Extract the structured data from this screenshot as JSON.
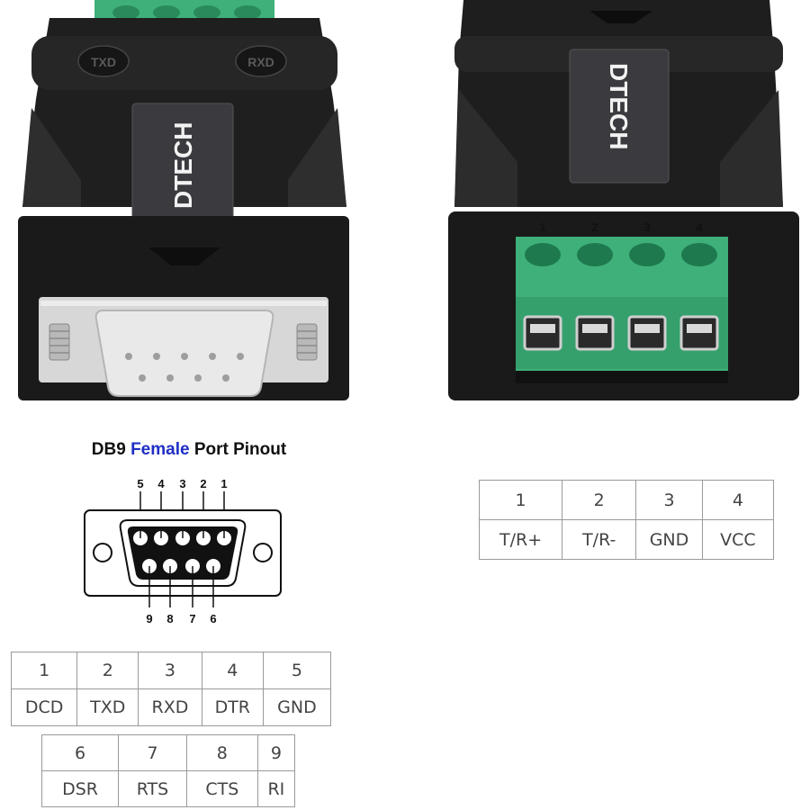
{
  "brand": "DTECH",
  "left_adapter": {
    "label_left": "TXD",
    "label_right": "RXD"
  },
  "terminal_numbers": [
    "1",
    "2",
    "3",
    "4"
  ],
  "db9": {
    "title_pre": "DB9",
    "title_highlight": "Female",
    "title_post": "Port Pinout",
    "top_pins": [
      "5",
      "4",
      "3",
      "2",
      "1"
    ],
    "bottom_pins": [
      "9",
      "8",
      "7",
      "6"
    ]
  },
  "terminal_table": {
    "numbers": [
      "1",
      "2",
      "3",
      "4"
    ],
    "signals": [
      "T/R+",
      "T/R-",
      "GND",
      "VCC"
    ]
  },
  "db9_table_row1": {
    "numbers": [
      "1",
      "2",
      "3",
      "4",
      "5"
    ],
    "signals": [
      "DCD",
      "TXD",
      "RXD",
      "DTR",
      "GND"
    ]
  },
  "db9_table_row2": {
    "numbers": [
      "6",
      "7",
      "8",
      "9"
    ],
    "signals": [
      "DSR",
      "RTS",
      "CTS",
      "RI"
    ]
  },
  "colors": {
    "terminal_green": "#3fb07a",
    "body_black": "#1c1c1c",
    "title_highlight": "#1f2fc4"
  }
}
